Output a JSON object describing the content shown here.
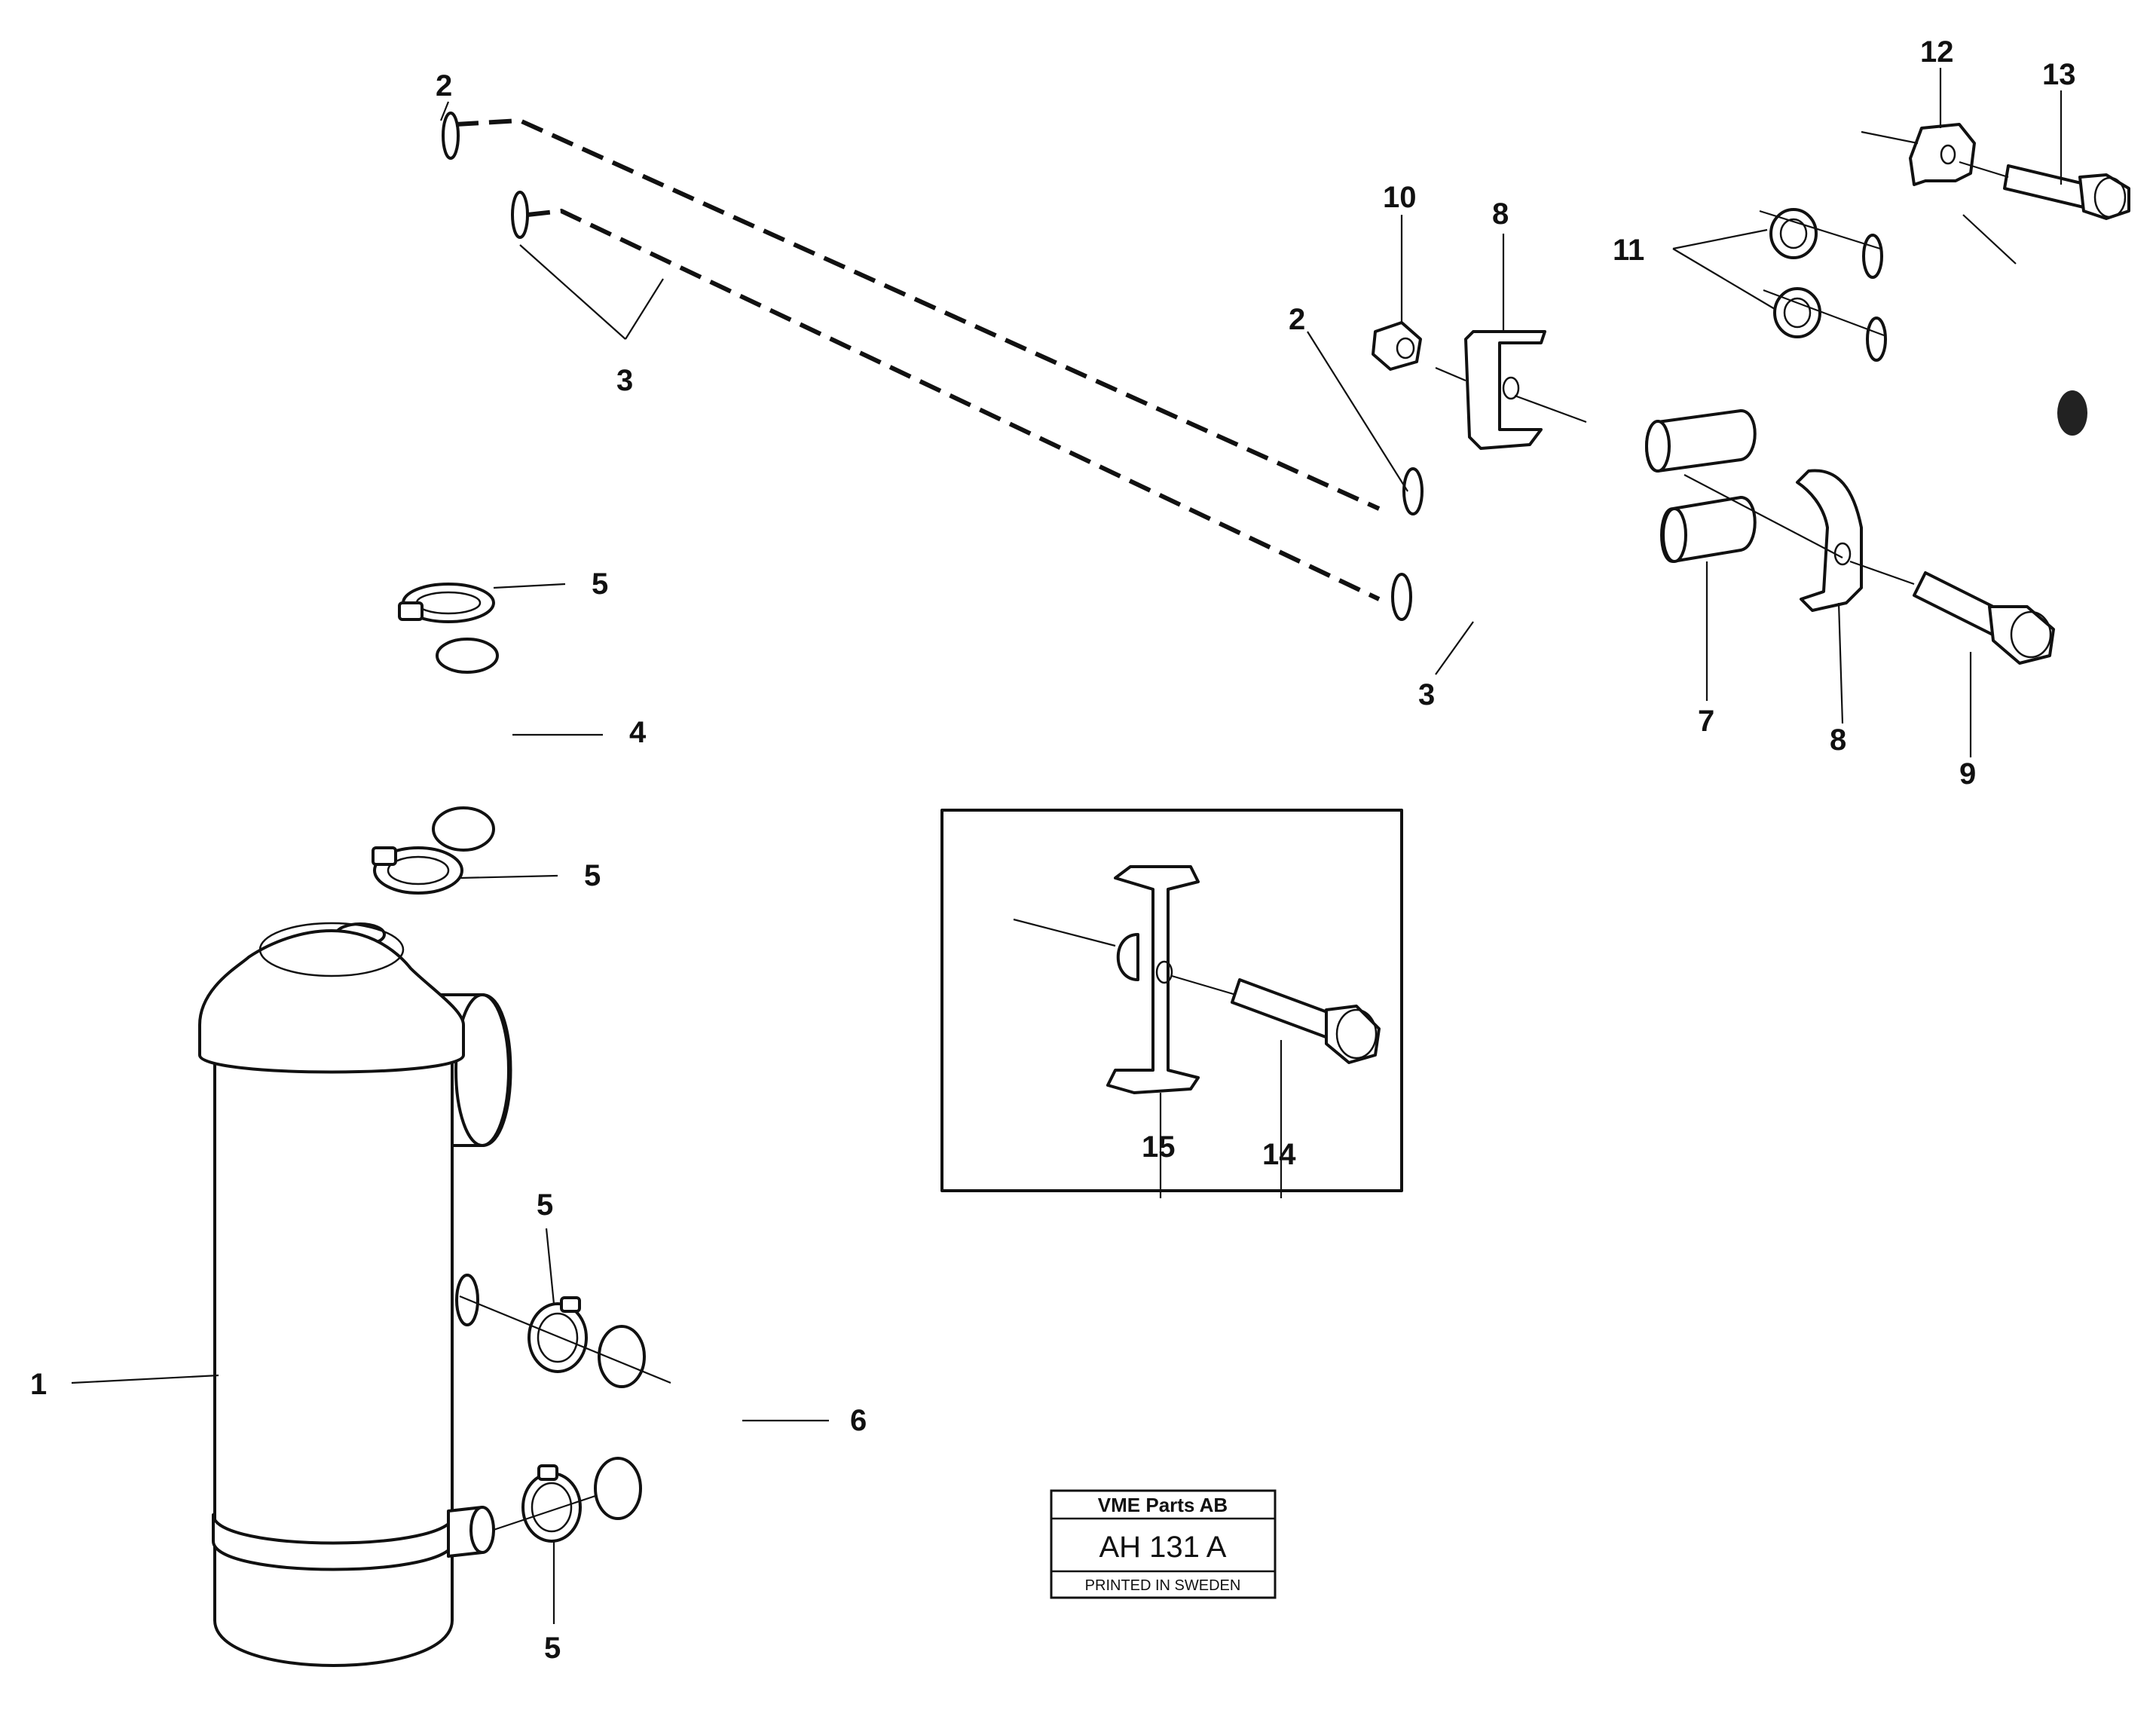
{
  "callouts": {
    "c1": "1",
    "c2a": "2",
    "c2b": "2",
    "c3a": "3",
    "c3b": "3",
    "c4": "4",
    "c5a": "5",
    "c5b": "5",
    "c5c": "5",
    "c5d": "5",
    "c6": "6",
    "c7": "7",
    "c8a": "8",
    "c8b": "8",
    "c9": "9",
    "c10": "10",
    "c11": "11",
    "c12": "12",
    "c13": "13",
    "c14": "14",
    "c15": "15"
  },
  "stamp": {
    "company": "VME Parts AB",
    "code": "AH 131 A",
    "printed": "PRINTED IN SWEDEN"
  }
}
